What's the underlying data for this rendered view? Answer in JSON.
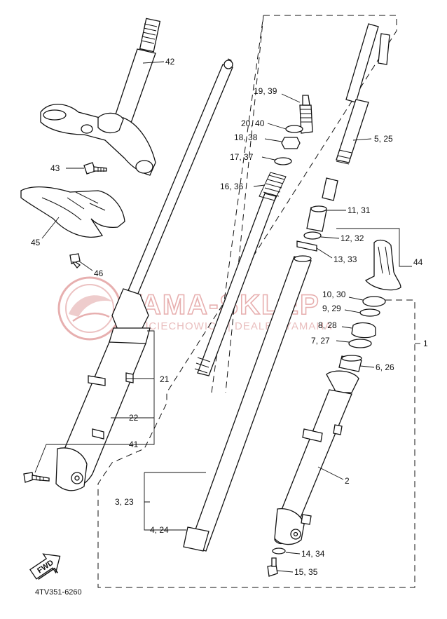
{
  "labels": {
    "p42": "42",
    "p43": "43",
    "p45": "45",
    "p46": "46",
    "p21": "21",
    "p22": "22",
    "p41": "41",
    "p19_39": "19, 39",
    "p20_40": "20, 40",
    "p18_38": "18, 38",
    "p17_37": "17, 37",
    "p16_36": "16, 36",
    "p5_25": "5, 25",
    "p11_31": "11, 31",
    "p12_32": "12, 32",
    "p13_33": "13, 33",
    "p44": "44",
    "p10_30": "10, 30",
    "p9_29": "9, 29",
    "p8_28": "8, 28",
    "p7_27": "7, 27",
    "p1": "1",
    "p6_26": "6, 26",
    "p2": "2",
    "p3_23": "3, 23",
    "p4_24": "4, 24",
    "p14_34": "14, 34",
    "p15_35": "15, 35"
  },
  "fwd_label": "FWD",
  "diagram_code": "4TV351-6260",
  "watermark": {
    "main": "YAMA-SKLEP",
    "sub": "WOJCIECHOWICE  |  DEALER YAMAHA",
    "color": "#e3a2a2"
  }
}
